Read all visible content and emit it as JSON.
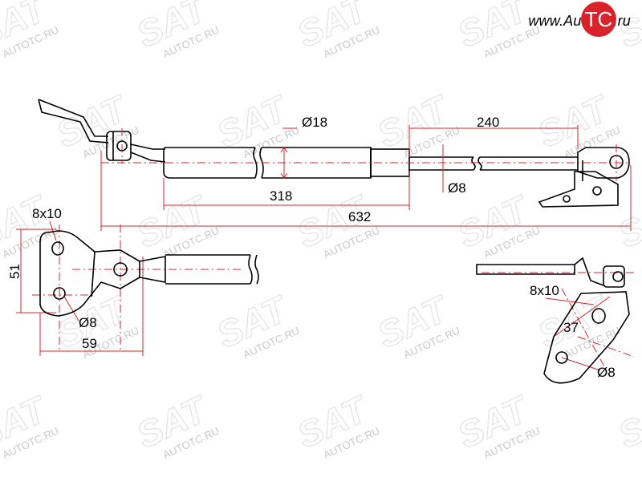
{
  "logo": {
    "prefix": "www.Auto",
    "badge": "TC",
    "suffix": ".ru"
  },
  "watermark": {
    "brand": "SAT",
    "site": "AUTOTC.RU"
  },
  "dimensions": {
    "tube_diameter": "Ø18",
    "rod_length": "240",
    "rod_diameter": "Ø8",
    "body_length": "318",
    "total_length": "632",
    "bracket_slot_left": "8x10",
    "bracket_height": "51",
    "bracket_hole_left": "Ø8",
    "bracket_width": "59",
    "bracket_slot_right": "8x10",
    "hole_spacing_right": "37",
    "bracket_hole_right": "Ø8"
  }
}
